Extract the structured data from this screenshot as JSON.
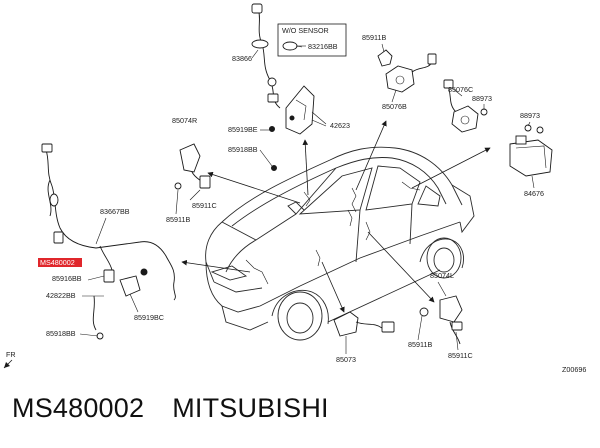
{
  "part_number": "MS480002",
  "brand": "MITSUBISHI",
  "inset_title": "W/O SENSOR",
  "figure_id": "Z00696",
  "orientation_label": "FR",
  "highlighted_part": "MS480002",
  "labels": {
    "p83866": "83866",
    "p83216BB": "83216BB",
    "p42623": "42623",
    "p85911B_top": "85911B",
    "p85076B": "85076B",
    "p85076C": "85076C",
    "p88973_a": "88973",
    "p88973_b": "88973",
    "p84676": "84676",
    "p85074R": "85074R",
    "p85919BE": "85919BE",
    "p85918BB_top": "85918BB",
    "p85911C_left": "85911C",
    "p85911B_left": "85911B",
    "p83667BB": "83667BB",
    "p85916BB": "85916BB",
    "p42822BB": "42822BB",
    "p85919BC": "85919BC",
    "p85918BB_bot": "85918BB",
    "p85073": "85073",
    "p85074L": "85074L",
    "p85911B_bot": "85911B",
    "p85911C_bot": "85911C"
  }
}
